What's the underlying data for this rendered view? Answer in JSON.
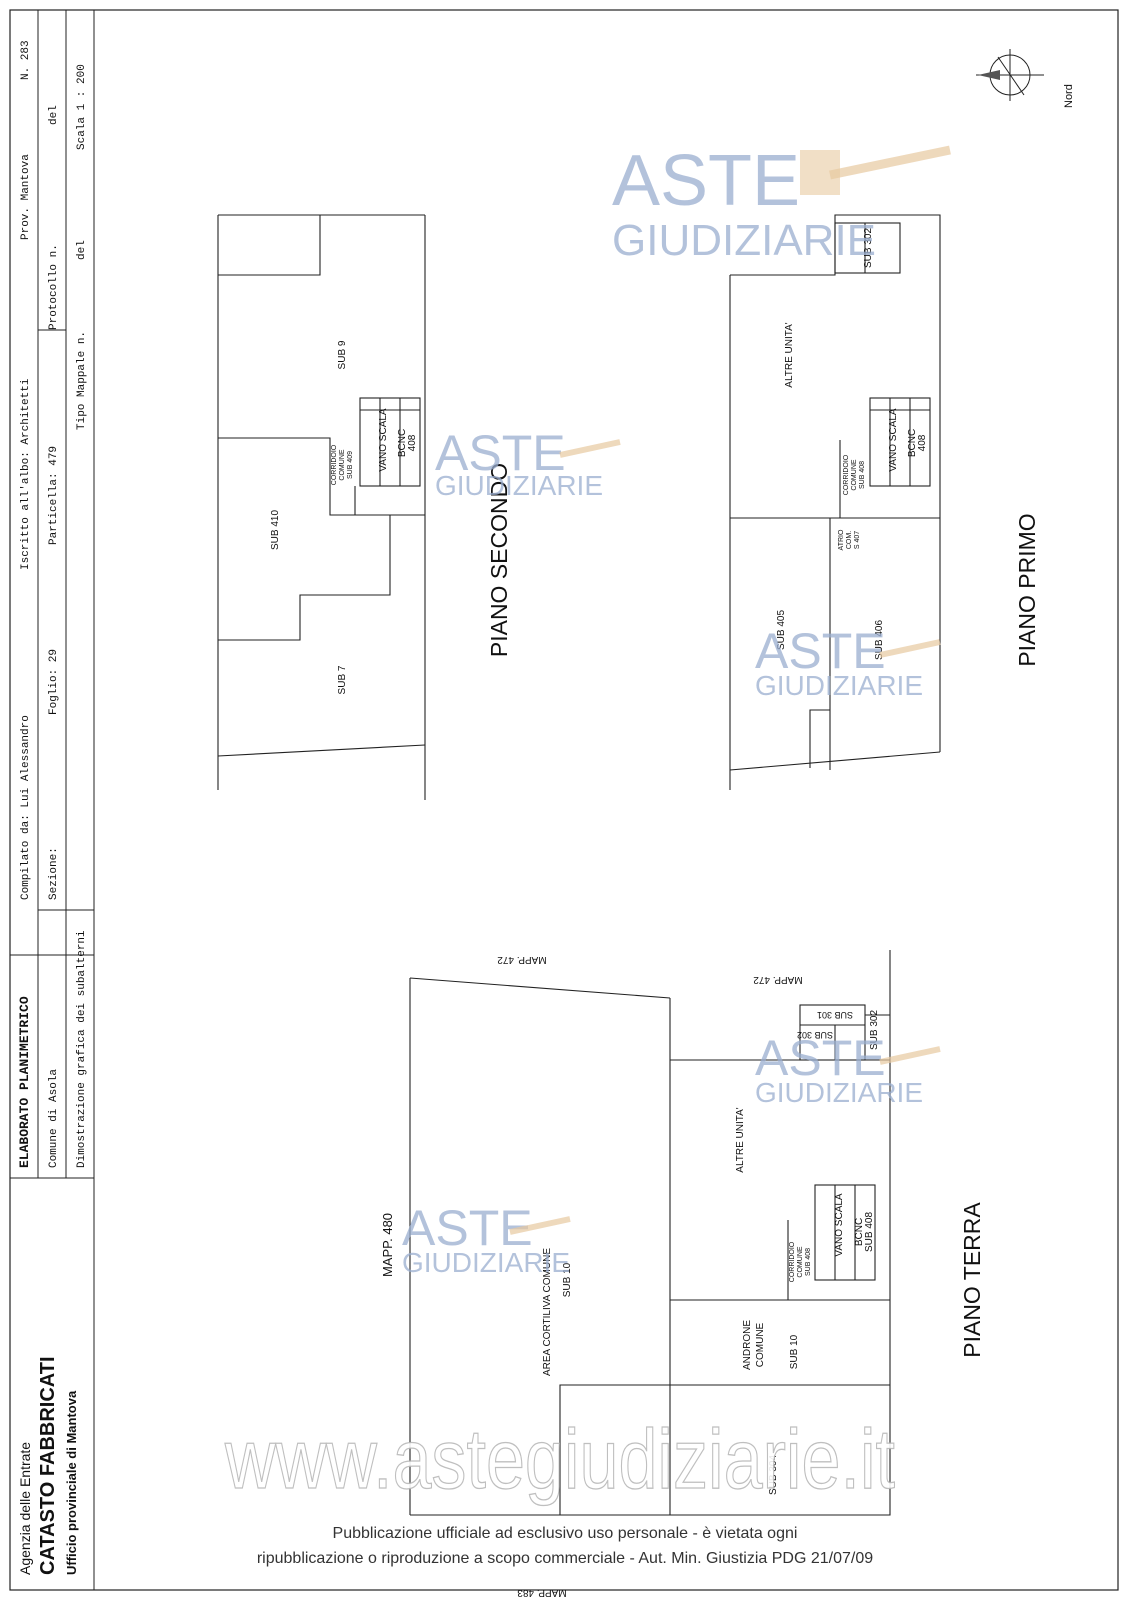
{
  "header": {
    "agency": "Agenzia delle Entrate",
    "catasto": "CATASTO FABBRICATI",
    "ufficio": "Ufficio provinciale di  Mantova",
    "doc_title": "ELABORATO PLANIMETRICO",
    "compilato": "Compilato da: Lui Alessandro",
    "iscritto": "Iscritto all'albo: Architetti",
    "prov": "Prov. Mantova",
    "numero": "N. 283",
    "comune": "Comune di Asola",
    "sezione": "Sezione:",
    "foglio": "Foglio: 29",
    "particella": "Particella: 479",
    "protocollo": "Protocollo n.",
    "protocollo_del": "del",
    "dimostrazione": "Dimostrazione grafica dei subalterni",
    "tipo_mappale": "Tipo Mappale n.",
    "tipo_del": "del",
    "scala": "Scala 1 : 200"
  },
  "north_label": "Nord",
  "floors": {
    "secondo": {
      "title": "PIANO SECONDO",
      "labels": [
        "SUB 9",
        "SUB 410",
        "SUB 7",
        "VANO SCALA",
        "BCNC",
        "408",
        "CORRIDOIO",
        "COMUNE",
        "SUB 409"
      ]
    },
    "primo": {
      "title": "PIANO PRIMO",
      "labels": [
        "ALTRE UNITA'",
        "SUB 302",
        "SUB 405",
        "SUB 406",
        "VANO SCALA",
        "BCNC",
        "408",
        "CORRIDOIO",
        "COMUNE",
        "SUB 408",
        "ATRIO",
        "COM.",
        "S 407"
      ]
    },
    "terra": {
      "title": "PIANO TERRA",
      "labels": [
        "MAPP. 472",
        "MAPP. 472",
        "MAPP. 480",
        "MAPP. 483",
        "SUB 301",
        "SUB 302",
        "SUB 302",
        "ALTRE UNITA'",
        "VANO SCALA",
        "BCNC",
        "SUB 408",
        "CORRIDOIO",
        "COMUNE",
        "SUB 408",
        "AREA CORTILIVA COMUNE",
        "SUB 10",
        "ANDRONE",
        "COMUNE",
        "SUB 10",
        "SUB 304"
      ]
    }
  },
  "watermark": {
    "brand_top": "ASTE",
    "brand_bottom": "GIUDIZIARIE",
    "url": "www.astegiudiziarie.it",
    "notice_line1": "Pubblicazione ufficiale ad esclusivo uso personale - è vietata ogni",
    "notice_line2": "ripubblicazione o riproduzione a scopo commerciale - Aut. Min. Giustizia PDG 21/07/09"
  }
}
